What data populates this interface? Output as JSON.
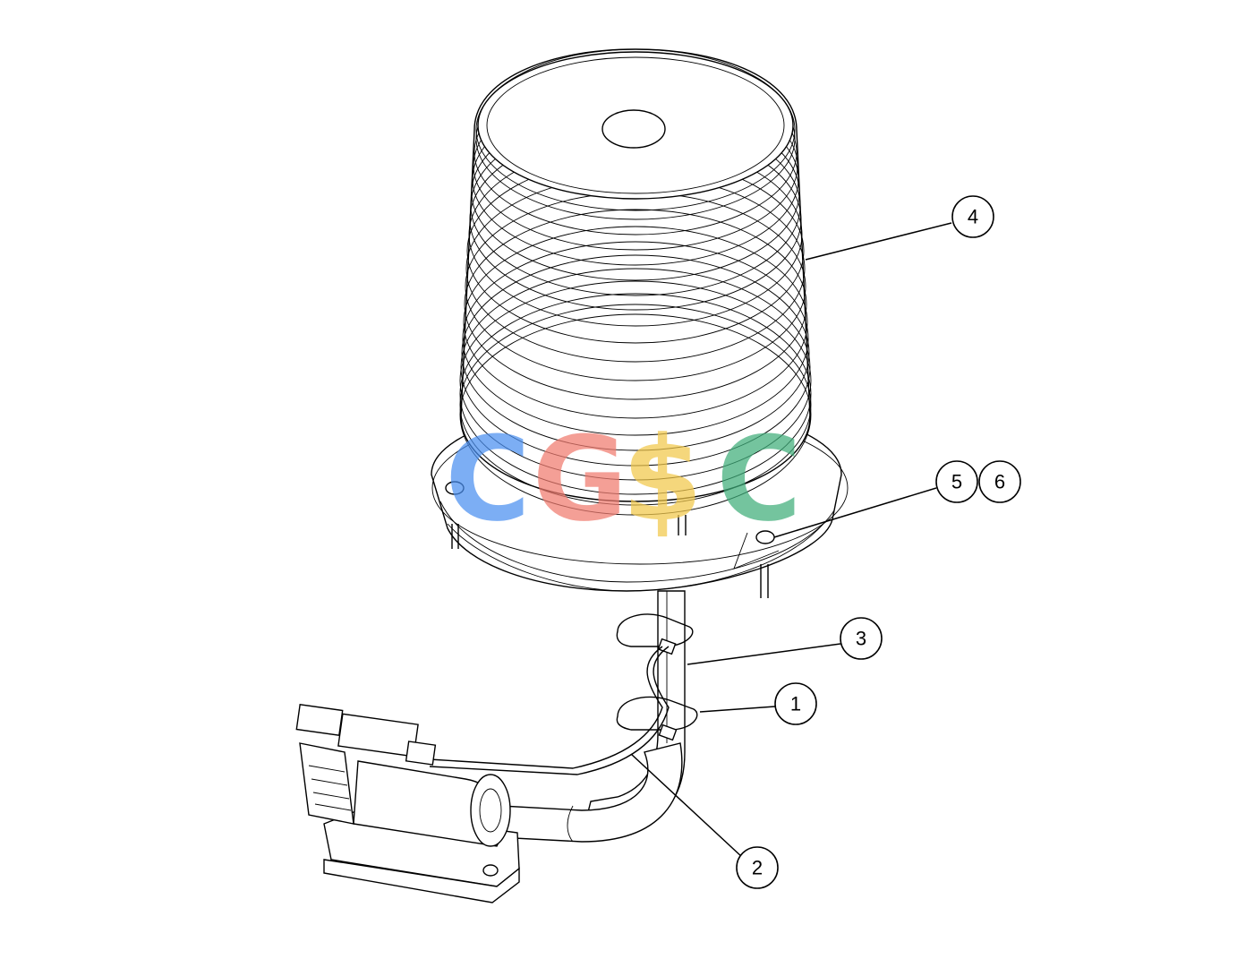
{
  "callouts": [
    {
      "id": "1",
      "label": "1"
    },
    {
      "id": "2",
      "label": "2"
    },
    {
      "id": "3",
      "label": "3"
    },
    {
      "id": "4",
      "label": "4"
    },
    {
      "id": "5",
      "label": "5"
    },
    {
      "id": "6",
      "label": "6"
    }
  ],
  "watermark": {
    "letters": [
      "C",
      "G",
      "$",
      "C"
    ],
    "colors": [
      "#4a8ff0",
      "#f07b6f",
      "#f2c84b",
      "#3fae7a"
    ]
  }
}
